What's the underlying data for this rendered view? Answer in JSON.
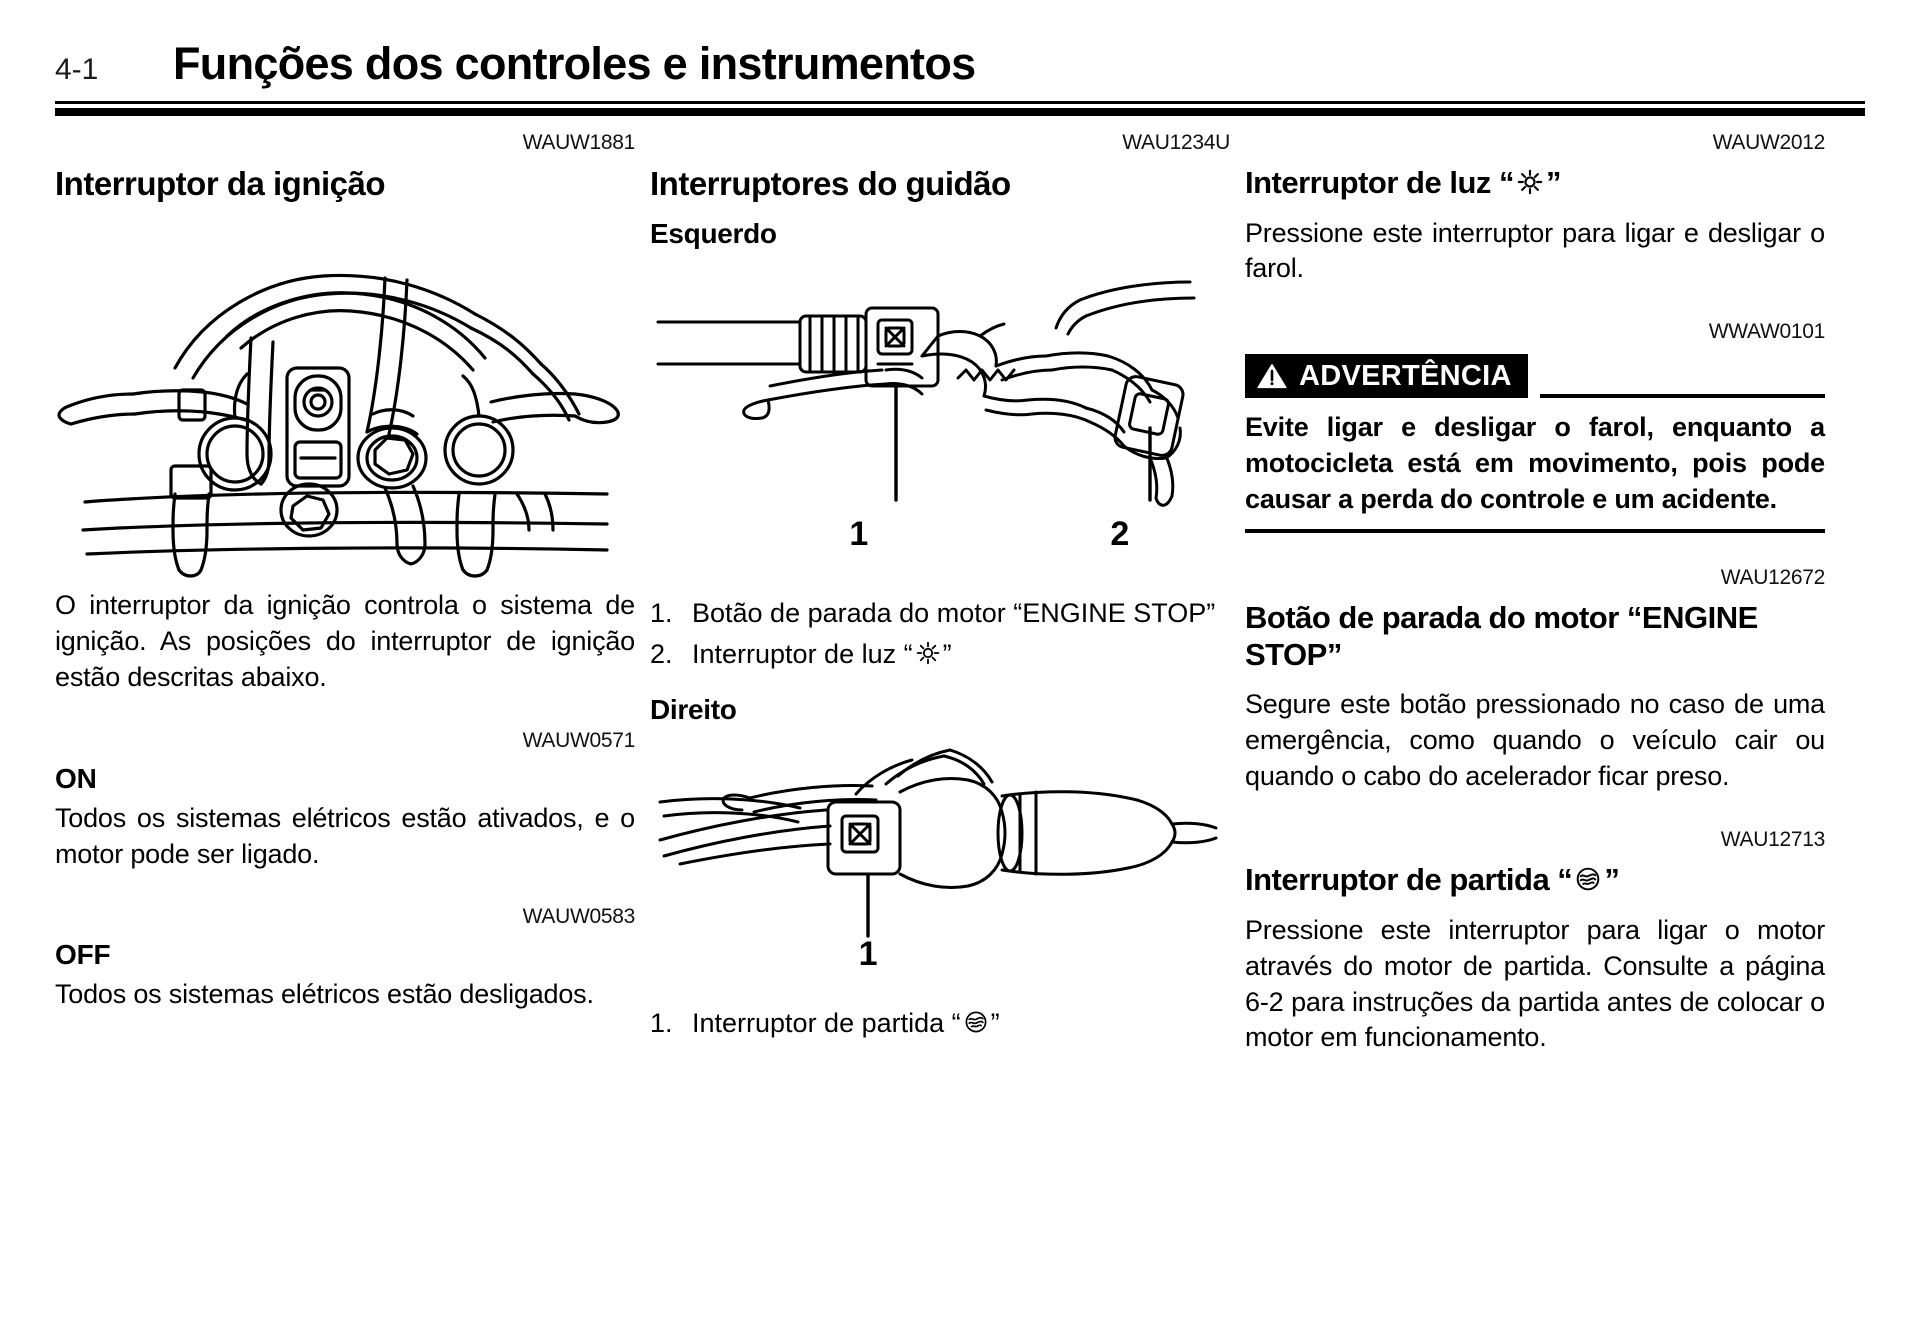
{
  "header": {
    "folio": "4-1",
    "title": "Funções dos controles e instrumentos"
  },
  "columns": {
    "left": {
      "ref_code_top": "WAUW1881",
      "section_title": "Interruptor da ignição",
      "figure_name": "ignition-switch-illustration",
      "paragraph": "O interruptor da ignição controla o sistema de ignição. As posições do interruptor de ignição estão descritas abaixo.",
      "on": {
        "ref_code": "WAUW0571",
        "title": "ON",
        "text": "Todos os sistemas elétricos estão ativados, e o motor pode ser ligado."
      },
      "off": {
        "ref_code": "WAUW0583",
        "title": "OFF",
        "text": "Todos os sistemas elétricos estão desligados."
      }
    },
    "middle": {
      "ref_code_top": "WAU1234U",
      "section_title": "Interruptores do guidão",
      "left_side": {
        "subtitle": "Esquerdo",
        "figure_name": "left-handlebar-switch-illustration",
        "callout_1": "1",
        "callout_2": "2",
        "legend": [
          {
            "num": "1.",
            "text": "Botão de parada do motor “ENGINE STOP”"
          },
          {
            "num": "2.",
            "text": "Interruptor de luz “",
            "symbol": "headlight-sun-icon",
            "text_after": "”"
          }
        ]
      },
      "right_side": {
        "subtitle": "Direito",
        "figure_name": "right-handlebar-switch-illustration",
        "callout_1": "1",
        "legend": [
          {
            "num": "1.",
            "text": "Interruptor de partida “",
            "symbol": "starter-icon",
            "text_after": "”"
          }
        ]
      }
    },
    "right": {
      "light_switch": {
        "ref_code": "WAUW2012",
        "title_before": "Interruptor de luz “",
        "title_symbol": "headlight-sun-icon",
        "title_after": "”",
        "text": "Pressione este interruptor para ligar e desligar o farol."
      },
      "warning": {
        "ref_code": "WWAW0101",
        "banner_label": "ADVERTÊNCIA",
        "banner_icon": "warning-triangle-icon",
        "text": "Evite ligar e desligar o farol, enquanto a motocicleta está em movimento, pois pode causar a perda do controle e um acidente."
      },
      "engine_stop": {
        "ref_code": "WAU12672",
        "title": "Botão de parada do motor “ENGINE STOP”",
        "text": "Segure este botão pressionado no caso de uma emergência, como quando o veículo cair ou quando o cabo do acelerador ficar preso."
      },
      "starter_switch": {
        "ref_code": "WAU12713",
        "title_before": "Interruptor de partida “",
        "title_symbol": "starter-icon",
        "title_after": "”",
        "text": "Pressione este interruptor para ligar o motor através do motor de partida. Consulte a página 6-2 para instruções da partida antes de colocar o motor em funcionamento."
      }
    }
  },
  "colors": {
    "ink": "#000000",
    "paper": "#ffffff"
  }
}
